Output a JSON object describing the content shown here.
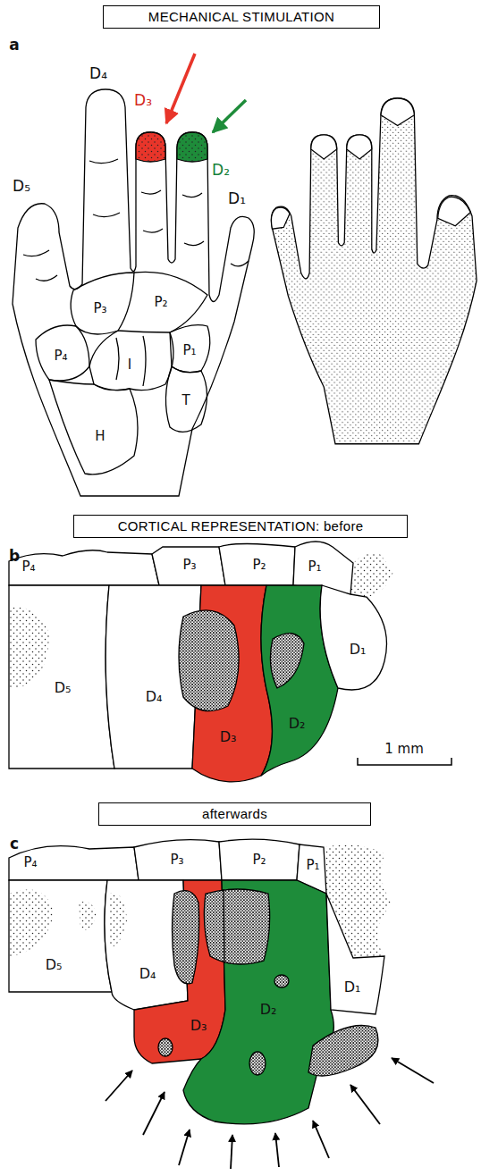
{
  "diagram": {
    "nodes": [
      {
        "text": [
          "MECHANICAL STIMULATION"
        ]
      },
      {
        "text": [
          "CORTICAL REPRESENTATION: before"
        ]
      },
      {
        "text": [
          "afterwards"
        ]
      }
    ],
    "labels": [
      "a",
      "D₄",
      "D₃",
      "D₂",
      "D₅",
      "D₁",
      "P₃",
      "P₂",
      "P₄",
      "I",
      "P₁",
      "T",
      "H",
      "b",
      "P₄",
      "P₃",
      "P₂",
      "P₁",
      "D₅",
      "D₄",
      "D₃",
      "D₂",
      "D₁",
      "1 mm",
      "c",
      "P₄",
      "P₃",
      "P₂",
      "P₁",
      "D₅",
      "D₄",
      "D₃",
      "D₂",
      "D₁"
    ]
  }
}
